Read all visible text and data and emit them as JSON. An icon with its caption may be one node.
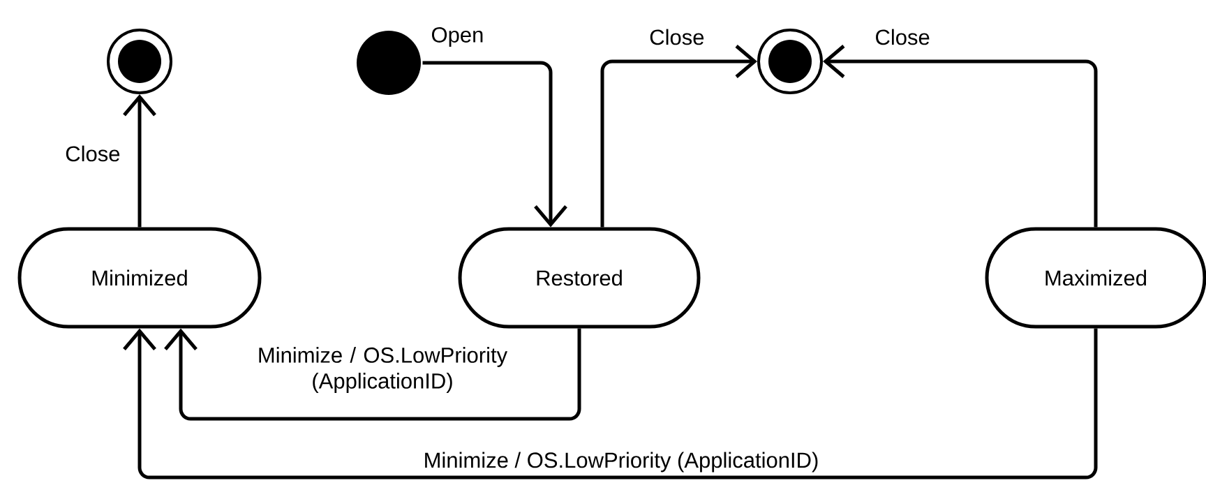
{
  "diagram": {
    "nodes": [
      {
        "text": [],
        "shape": "circle"
      },
      {
        "text": [],
        "shape": "dot"
      },
      {
        "text": [],
        "shape": "circle"
      },
      {
        "text": [
          "Minimized"
        ]
      },
      {
        "text": [
          "Restored"
        ]
      },
      {
        "text": [
          "Maximized"
        ]
      }
    ],
    "edges": [
      {
        "from": 3,
        "to": 0,
        "arrow": "to",
        "label": "Close"
      },
      {
        "from": 1,
        "to": 4,
        "arrow": "to",
        "label": "Open"
      },
      {
        "from": 4,
        "to": 2,
        "arrow": "to",
        "label": "Close"
      },
      {
        "from": 5,
        "to": 2,
        "arrow": "to",
        "label": "Close"
      },
      {
        "from": 4,
        "to": 3,
        "arrow": "to",
        "label": "Minimize / OS.LowPriority (ApplicationID)"
      },
      {
        "from": 5,
        "to": 3,
        "arrow": "to",
        "label": "Minimize / OS.LowPriority (ApplicationID)"
      }
    ]
  }
}
